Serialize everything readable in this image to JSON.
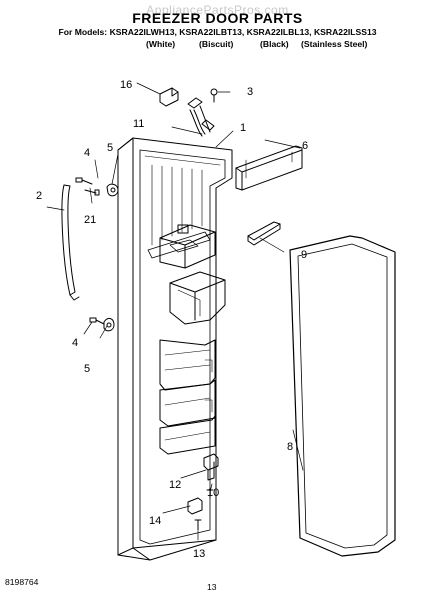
{
  "watermark": "AppliancePartsPros.com",
  "title": "FREEZER DOOR PARTS",
  "models": {
    "prefix": "For Models:",
    "list": "KSRA22ILWH13, KSRA22ILBT13, KSRA22ILBL13, KSRA22ILSS13"
  },
  "variants": [
    "(White)",
    "(Biscuit)",
    "(Black)",
    "(Stainless Steel)"
  ],
  "callouts": {
    "c1": "1",
    "c2": "2",
    "c3": "3",
    "c4a": "4",
    "c4b": "4",
    "c5a": "5",
    "c5b": "5",
    "c6": "6",
    "c8": "8",
    "c9": "9",
    "c10": "10",
    "c11": "11",
    "c12": "12",
    "c13": "13",
    "c14": "14",
    "c16": "16",
    "c21": "21"
  },
  "footer": {
    "doc_number": "8198764",
    "page_number": "13"
  }
}
